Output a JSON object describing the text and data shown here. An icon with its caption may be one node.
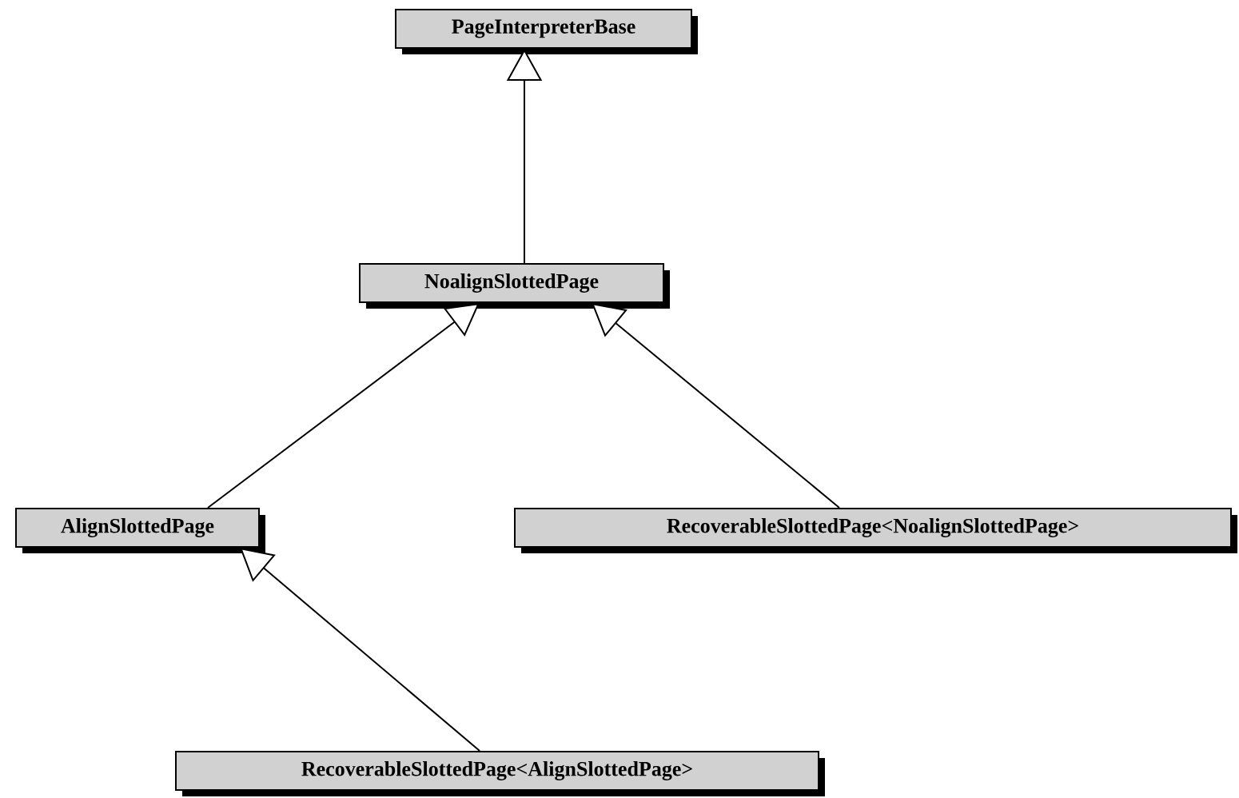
{
  "diagram": {
    "nodes": [
      {
        "text": [
          "PageInterpreterBase"
        ]
      },
      {
        "text": [
          "NoalignSlottedPage"
        ]
      },
      {
        "text": [
          "AlignSlottedPage"
        ]
      },
      {
        "text": [
          "RecoverableSlottedPage<NoalignSlottedPage>"
        ]
      },
      {
        "text": [
          "RecoverableSlottedPage<AlignSlottedPage>"
        ]
      }
    ],
    "edges": [
      {
        "from": 1,
        "to": 0,
        "arrow": "to"
      },
      {
        "from": 2,
        "to": 1,
        "arrow": "to"
      },
      {
        "from": 3,
        "to": 1,
        "arrow": "to"
      },
      {
        "from": 4,
        "to": 2,
        "arrow": "to"
      }
    ]
  }
}
